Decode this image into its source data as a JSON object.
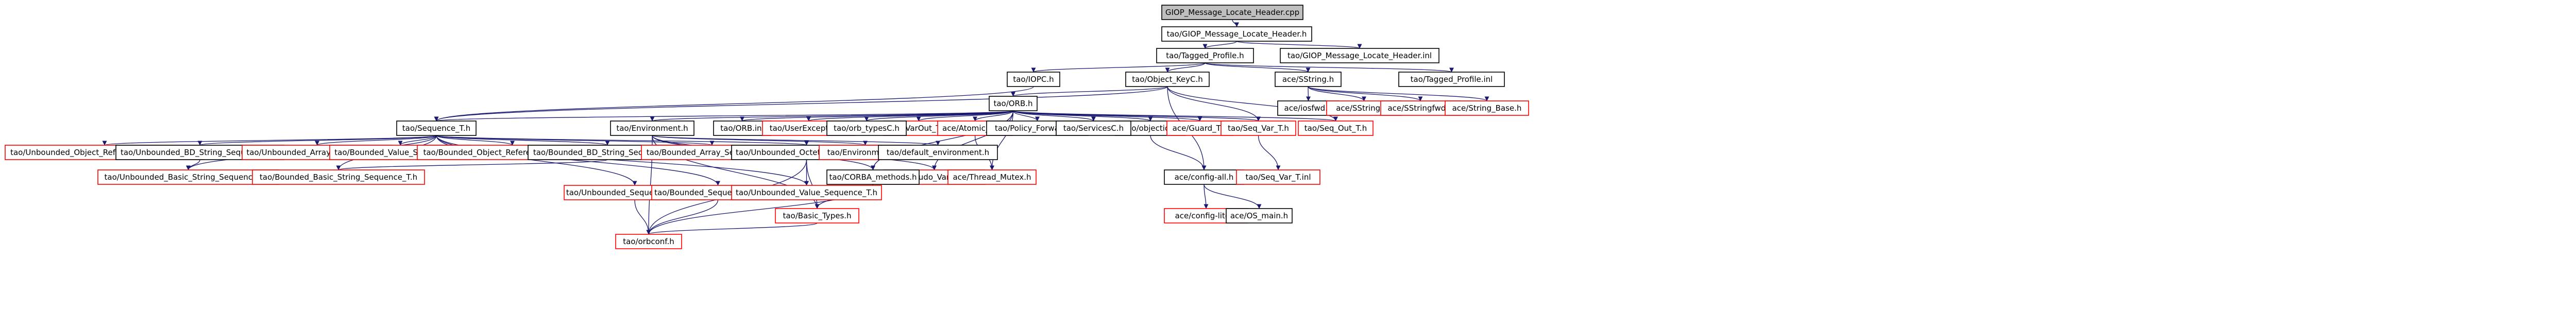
{
  "colors": {
    "background": "#ffffff",
    "root_fill": "#bfbfbf",
    "node_stroke_black": "#000000",
    "node_stroke_red": "#ff0000",
    "edge": "#191970",
    "text": "#000000"
  },
  "nodes": [
    {
      "id": "root",
      "label": "GIOP_Message_Locate_Header.cpp",
      "style": "root"
    },
    {
      "id": "glh_h",
      "label": "tao/GIOP_Message_Locate_Header.h",
      "style": "black"
    },
    {
      "id": "glh_inl",
      "label": "tao/GIOP_Message_Locate_Header.inl",
      "style": "black"
    },
    {
      "id": "tp_h",
      "label": "tao/Tagged_Profile.h",
      "style": "black"
    },
    {
      "id": "iopc",
      "label": "tao/IOPC.h",
      "style": "black"
    },
    {
      "id": "objkey",
      "label": "tao/Object_KeyC.h",
      "style": "black"
    },
    {
      "id": "sstring",
      "label": "ace/SString.h",
      "style": "black"
    },
    {
      "id": "tp_inl",
      "label": "tao/Tagged_Profile.inl",
      "style": "black"
    },
    {
      "id": "orb_h",
      "label": "tao/ORB.h",
      "style": "black"
    },
    {
      "id": "ace_iosfwd",
      "label": "ace/iosfwd.h",
      "style": "black"
    },
    {
      "id": "sstring_inl",
      "label": "ace/SString.inl",
      "style": "red"
    },
    {
      "id": "sstringfwd",
      "label": "ace/SStringfwd.h",
      "style": "red"
    },
    {
      "id": "string_base",
      "label": "ace/String_Base.h",
      "style": "red"
    },
    {
      "id": "seq_t",
      "label": "tao/Sequence_T.h",
      "style": "black"
    },
    {
      "id": "environment",
      "label": "tao/Environment.h",
      "style": "black"
    },
    {
      "id": "orb_inl",
      "label": "tao/ORB.inl",
      "style": "black"
    },
    {
      "id": "userexc",
      "label": "tao/UserException.h",
      "style": "red"
    },
    {
      "id": "objref",
      "label": "tao/objectid.h",
      "style": "black"
    },
    {
      "id": "varout",
      "label": "tao/VarOut_T.h",
      "style": "red"
    },
    {
      "id": "atomic",
      "label": "ace/Atomic_Op.h",
      "style": "red"
    },
    {
      "id": "policy_fwd",
      "label": "tao/Policy_ForwardC.h",
      "style": "black"
    },
    {
      "id": "servicesc",
      "label": "tao/ServicesC.h",
      "style": "black"
    },
    {
      "id": "pseudo_varout",
      "label": "tao/Pseudo_VarOut_T.h",
      "style": "red"
    },
    {
      "id": "orb_typesC",
      "label": "tao/orb_typesC.h",
      "style": "black"
    },
    {
      "id": "ace_guard",
      "label": "ace/Guard_T.h",
      "style": "red"
    },
    {
      "id": "seq_var",
      "label": "tao/Seq_Var_T.h",
      "style": "red"
    },
    {
      "id": "seq_out",
      "label": "tao/Seq_Out_T.h",
      "style": "red"
    },
    {
      "id": "ub_objref",
      "label": "tao/Unbounded_Object_Reference_Sequence_T.h",
      "style": "red"
    },
    {
      "id": "ub_bd_str",
      "label": "tao/Unbounded_BD_String_Sequence_T.h",
      "style": "black"
    },
    {
      "id": "ub_array",
      "label": "tao/Unbounded_Array_Sequence_T.h",
      "style": "red"
    },
    {
      "id": "b_value",
      "label": "tao/Bounded_Value_Sequence_T.h",
      "style": "red"
    },
    {
      "id": "b_objref",
      "label": "tao/Bounded_Object_Reference_Sequence_T.h",
      "style": "red"
    },
    {
      "id": "b_bd_str",
      "label": "tao/Bounded_BD_String_Sequence_T.h",
      "style": "black"
    },
    {
      "id": "b_array",
      "label": "tao/Bounded_Array_Sequence_T.h",
      "style": "red"
    },
    {
      "id": "ub_octet",
      "label": "tao/Unbounded_Octet_Sequence_T.h",
      "style": "black"
    },
    {
      "id": "env_inl",
      "label": "tao/Environment.inl",
      "style": "red"
    },
    {
      "id": "default_env",
      "label": "tao/default_environment.h",
      "style": "black"
    },
    {
      "id": "corba_methods",
      "label": "tao/CORBA_methods.h",
      "style": "black"
    },
    {
      "id": "thread_mutex",
      "label": "ace/Thread_Mutex.h",
      "style": "red"
    },
    {
      "id": "config_all",
      "label": "ace/config-all.h",
      "style": "black"
    },
    {
      "id": "seq_var_inl",
      "label": "tao/Seq_Var_T.inl",
      "style": "red"
    },
    {
      "id": "ub_basic_str",
      "label": "tao/Unbounded_Basic_String_Sequence_T.h",
      "style": "red"
    },
    {
      "id": "b_basic_str",
      "label": "tao/Bounded_Basic_String_Sequence_T.h",
      "style": "red"
    },
    {
      "id": "ub_seq_cdr",
      "label": "tao/Unbounded_Sequence_CDR_T.h",
      "style": "red"
    },
    {
      "id": "b_seq_cdr",
      "label": "tao/Bounded_Sequence_CDR_T.h",
      "style": "red"
    },
    {
      "id": "ub_value",
      "label": "tao/Unbounded_Value_Sequence_T.h",
      "style": "red"
    },
    {
      "id": "basic_types",
      "label": "tao/Basic_Types.h",
      "style": "red"
    },
    {
      "id": "config_h",
      "label": "ace/config-lite.h",
      "style": "red"
    },
    {
      "id": "os_main",
      "label": "ace/OS_main.h",
      "style": "black"
    },
    {
      "id": "orbconf",
      "label": "tao/orbconf.h",
      "style": "red"
    }
  ],
  "edges": [
    [
      "root",
      "glh_h"
    ],
    [
      "glh_h",
      "tp_h"
    ],
    [
      "glh_h",
      "glh_inl"
    ],
    [
      "tp_h",
      "iopc"
    ],
    [
      "tp_h",
      "objkey"
    ],
    [
      "tp_h",
      "sstring"
    ],
    [
      "tp_h",
      "tp_inl"
    ],
    [
      "iopc",
      "seq_t"
    ],
    [
      "objkey",
      "orb_h"
    ],
    [
      "objkey",
      "seq_t"
    ],
    [
      "objkey",
      "seq_var"
    ],
    [
      "objkey",
      "seq_out"
    ],
    [
      "objkey",
      "config_all"
    ],
    [
      "sstring",
      "ace_iosfwd"
    ],
    [
      "sstring",
      "sstring_inl"
    ],
    [
      "sstring",
      "sstringfwd"
    ],
    [
      "sstring",
      "string_base"
    ],
    [
      "orb_h",
      "seq_t"
    ],
    [
      "orb_h",
      "environment"
    ],
    [
      "orb_h",
      "orb_inl"
    ],
    [
      "orb_h",
      "userexc"
    ],
    [
      "orb_h",
      "orb_typesC"
    ],
    [
      "orb_h",
      "varout"
    ],
    [
      "orb_h",
      "atomic"
    ],
    [
      "orb_h",
      "policy_fwd"
    ],
    [
      "orb_h",
      "servicesc"
    ],
    [
      "orb_h",
      "objref"
    ],
    [
      "orb_h",
      "ace_guard"
    ],
    [
      "orb_h",
      "seq_var"
    ],
    [
      "orb_h",
      "seq_out"
    ],
    [
      "orb_h",
      "pseudo_varout"
    ],
    [
      "orb_h",
      "thread_mutex"
    ],
    [
      "orb_h",
      "corba_methods"
    ],
    [
      "seq_t",
      "ub_objref"
    ],
    [
      "seq_t",
      "ub_bd_str"
    ],
    [
      "seq_t",
      "ub_array"
    ],
    [
      "seq_t",
      "b_value"
    ],
    [
      "seq_t",
      "b_objref"
    ],
    [
      "seq_t",
      "b_bd_str"
    ],
    [
      "seq_t",
      "b_array"
    ],
    [
      "seq_t",
      "ub_octet"
    ],
    [
      "seq_t",
      "ub_seq_cdr"
    ],
    [
      "seq_t",
      "b_seq_cdr"
    ],
    [
      "seq_t",
      "ub_value"
    ],
    [
      "seq_t",
      "ub_basic_str"
    ],
    [
      "seq_t",
      "b_basic_str"
    ],
    [
      "ub_bd_str",
      "ub_basic_str"
    ],
    [
      "b_bd_str",
      "b_basic_str"
    ],
    [
      "environment",
      "env_inl"
    ],
    [
      "environment",
      "default_env"
    ],
    [
      "environment",
      "corba_methods"
    ],
    [
      "environment",
      "pseudo_varout"
    ],
    [
      "environment",
      "basic_types"
    ],
    [
      "environment",
      "orbconf"
    ],
    [
      "ub_octet",
      "ub_value"
    ],
    [
      "ub_octet",
      "basic_types"
    ],
    [
      "ub_octet",
      "orbconf"
    ],
    [
      "corba_methods",
      "basic_types"
    ],
    [
      "corba_methods",
      "orbconf"
    ],
    [
      "ub_seq_cdr",
      "orbconf"
    ],
    [
      "b_seq_cdr",
      "orbconf"
    ],
    [
      "basic_types",
      "orbconf"
    ],
    [
      "atomic",
      "thread_mutex"
    ],
    [
      "objref",
      "config_all"
    ],
    [
      "seq_var",
      "seq_var_inl"
    ],
    [
      "config_all",
      "config_h"
    ],
    [
      "config_all",
      "os_main"
    ]
  ]
}
